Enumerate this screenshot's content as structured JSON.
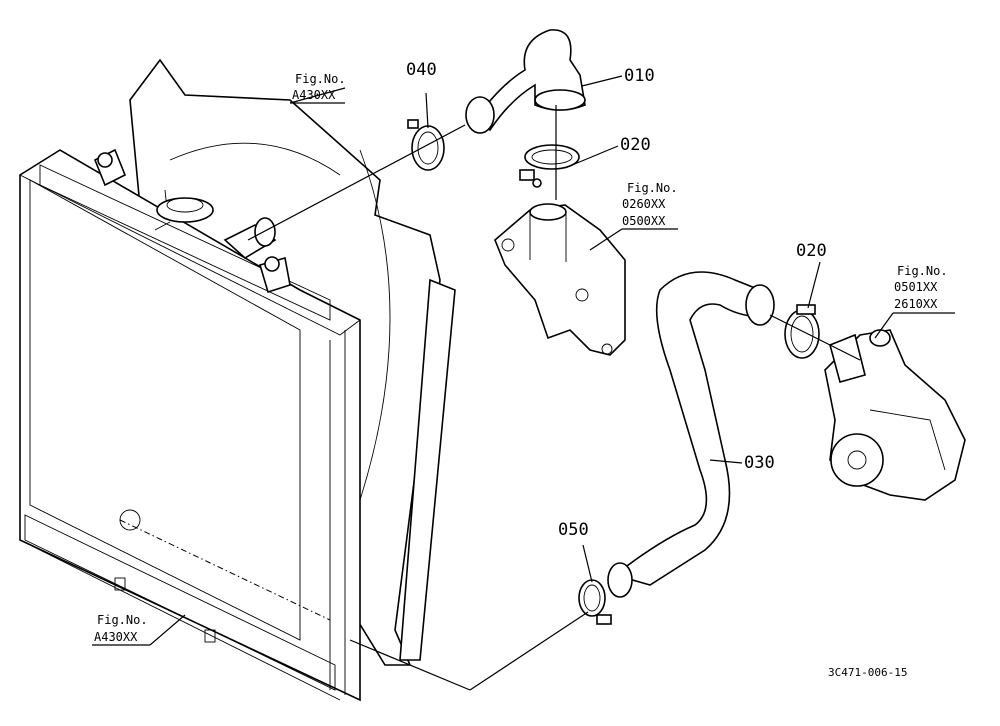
{
  "parts": [
    {
      "id": "p010",
      "number": "010"
    },
    {
      "id": "p020a",
      "number": "020"
    },
    {
      "id": "p020b",
      "number": "020"
    },
    {
      "id": "p030",
      "number": "030"
    },
    {
      "id": "p040",
      "number": "040"
    },
    {
      "id": "p050",
      "number": "050"
    }
  ],
  "figure_refs": [
    {
      "id": "ref_top",
      "label": "Fig.No.",
      "codes": [
        "A430XX"
      ]
    },
    {
      "id": "ref_thermo",
      "label": "Fig.No.",
      "codes": [
        "0260XX",
        "0500XX"
      ]
    },
    {
      "id": "ref_pump",
      "label": "Fig.No.",
      "codes": [
        "0501XX",
        "2610XX"
      ]
    },
    {
      "id": "ref_bottom",
      "label": "Fig.No.",
      "codes": [
        "A430XX"
      ]
    }
  ],
  "drawing_code": "3C471-006-15"
}
